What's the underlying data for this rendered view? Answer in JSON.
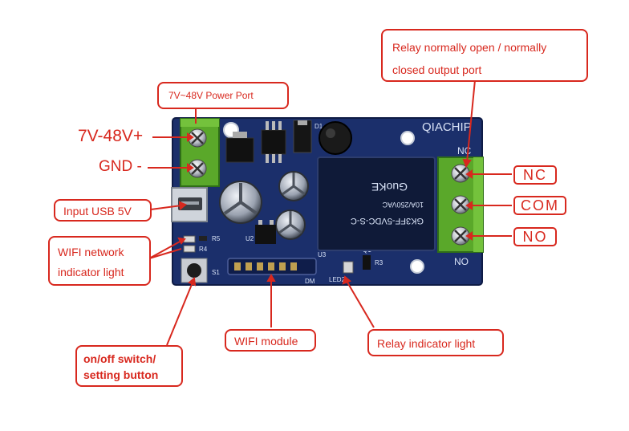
{
  "callouts": {
    "power_port": "7V~48V Power Port",
    "relay_output_line1": "Relay normally open / normally",
    "relay_output_line2": "closed output port",
    "input_usb": "Input USB 5V",
    "wifi_light_line1": "WIFI network",
    "wifi_light_line2": "indicator light",
    "switch_line1": "on/off switch/",
    "switch_line2": "setting button",
    "wifi_module": "WIFI module",
    "relay_light": "Relay indicator light"
  },
  "power_labels": {
    "vin": "7V-48V+",
    "gnd": "GND -"
  },
  "terminals": {
    "nc": "NC",
    "com": "COM",
    "no": "NO"
  },
  "board_silkscreen": {
    "brand": "QIACHIP",
    "nc": "NC",
    "no": "NO",
    "relay_line1": "GK3FF-5VDC-S-C",
    "relay_line2": "10A/250VAC",
    "relay_brand": "GuoKE",
    "ref_d1": "D1",
    "ref_u2": "U2",
    "ref_r5": "R5",
    "ref_r4": "R4",
    "ref_s1": "S1",
    "ref_u3": "U3",
    "ref_dm": "DM",
    "ref_led2": "LED2",
    "ref_r3": "R3",
    "ref_q1": "Q1"
  },
  "colors": {
    "accent": "#d8281e",
    "pcb": "#1b2f6b",
    "terminal": "#5aa82a",
    "relay": "#0f1a38"
  }
}
